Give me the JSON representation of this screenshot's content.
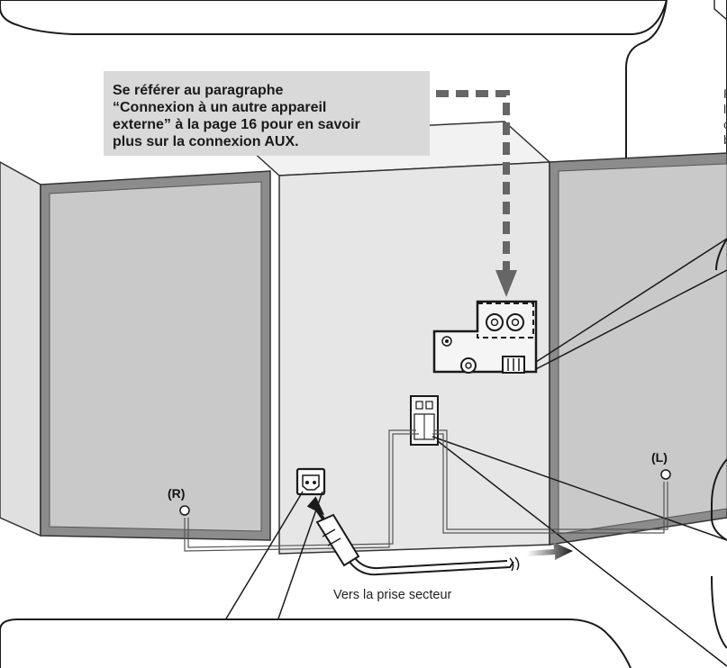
{
  "note": {
    "lines": [
      "Se référer au paragraphe",
      "“Connexion à un autre appareil",
      "externe” à la page 16 pour en savoir",
      "plus sur la connexion AUX."
    ]
  },
  "labels": {
    "right_speaker": "(R)",
    "left_speaker": "(L)",
    "outlet_caption": "Vers la prise secteur"
  },
  "cut_off_text": [
    "P",
    "l",
    "c",
    "b"
  ],
  "colors": {
    "panel_fill": "#e6e6e6",
    "speaker_grille": "#c9c9c9",
    "speaker_frame": "#8c8c8c",
    "note_background": "#d9d9d9",
    "dashed_arrow": "#666666",
    "outline": "#1a1a1a"
  }
}
